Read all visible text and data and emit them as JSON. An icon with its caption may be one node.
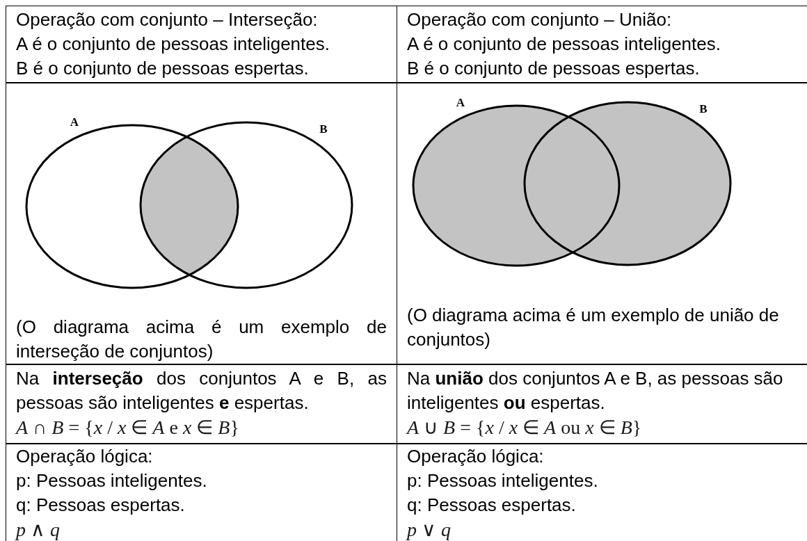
{
  "diagram": {
    "labels": [
      "Operação com conjunto – Interseção:",
      "A é o conjunto de pessoas inteligentes.",
      "B é o conjunto de pessoas espertas.",
      "Operação com conjunto – União:",
      "A é o conjunto de pessoas inteligentes.",
      "B é o conjunto de pessoas espertas.",
      "A",
      "B",
      "(O diagrama acima é um exemplo de interseção de conjuntos)",
      "A",
      "B",
      "(O diagrama acima é um exemplo de união de conjuntos)",
      "Na **interseção** dos conjuntos A e B, as pessoas são inteligentes **e** espertas.",
      "*A* ∩ *B* = {*x* / *x* ∈ *A* e *x* ∈ *B*}",
      "Na **união** dos conjuntos A e B, as pessoas são inteligentes **ou** espertas.",
      "*A* ∪ *B* = {*x* / *x* ∈ *A* ou *x* ∈ *B*}",
      "Operação lógica:",
      "p: Pessoas inteligentes.",
      "q: Pessoas espertas.",
      "*p* ∧ *q*",
      "Operação lógica:",
      "p: Pessoas inteligentes.",
      "q: Pessoas espertas.",
      "*p* ∨ *q*"
    ]
  }
}
